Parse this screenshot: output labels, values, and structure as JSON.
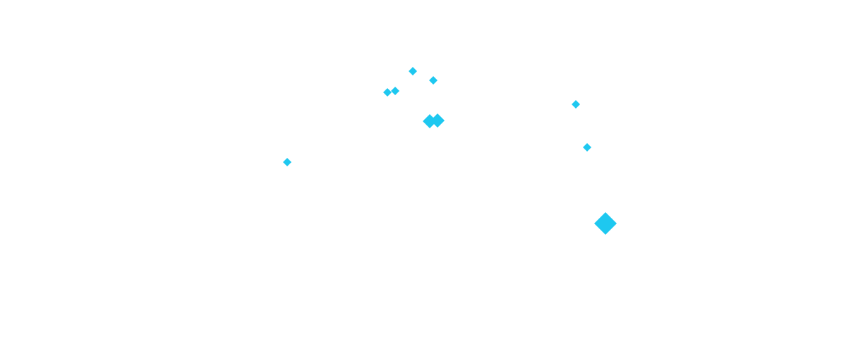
{
  "map": {
    "background_color": "#ffffff",
    "marker_color": "#1ec8f0",
    "marker_shape": "diamond",
    "markers": [
      {
        "size": "small"
      },
      {
        "size": "small"
      },
      {
        "size": "small"
      },
      {
        "size": "small"
      },
      {
        "size": "medium"
      },
      {
        "size": "medium"
      },
      {
        "size": "small"
      },
      {
        "size": "small"
      },
      {
        "size": "small"
      },
      {
        "size": "large"
      }
    ]
  }
}
